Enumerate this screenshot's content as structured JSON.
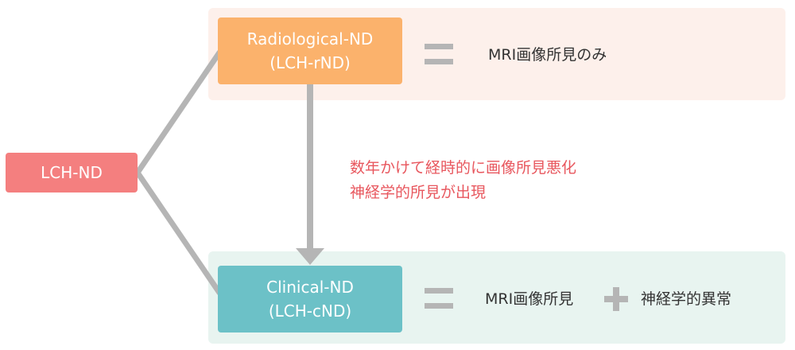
{
  "colors": {
    "root_box": "#f47f7f",
    "radiological_box": "#fbb26c",
    "clinical_box": "#6cc1c7",
    "connector": "#b5b5b5",
    "note_text": "#e8575e",
    "top_panel": "#fdf0eb",
    "bottom_panel": "#e8f4f0"
  },
  "root": {
    "label": "LCH-ND"
  },
  "radiological": {
    "line1": "Radiological-ND",
    "line2": "(LCH-rND)",
    "definition": "MRI画像所見のみ"
  },
  "clinical": {
    "line1": "Clinical-ND",
    "line2": "(LCH-cND)",
    "definition_part1": "MRI画像所見",
    "definition_part2": "神経学的異常"
  },
  "progression_note": {
    "line1": "数年かけて経時的に画像所見悪化",
    "line2": "神経学的所見が出現"
  },
  "icons": {
    "equals_top": "equals-icon",
    "equals_bottom": "equals-icon",
    "plus": "plus-icon",
    "arrow": "arrow-down-icon"
  }
}
